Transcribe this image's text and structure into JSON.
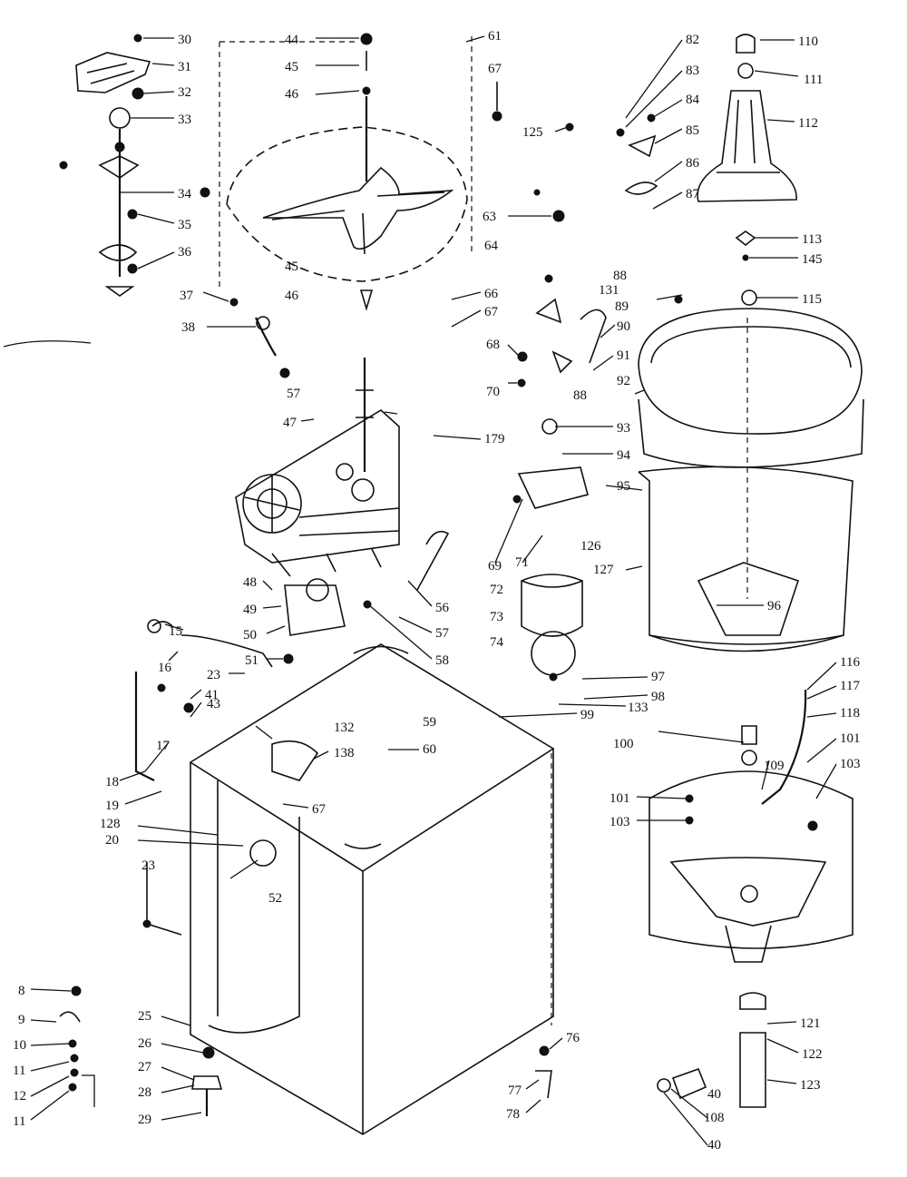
{
  "labels": [
    "30",
    "31",
    "32",
    "33",
    "34",
    "35",
    "36",
    "37",
    "38",
    "57",
    "47",
    "44",
    "45",
    "46",
    "45",
    "46",
    "61",
    "67",
    "125",
    "63",
    "64",
    "66",
    "67",
    "68",
    "70",
    "82",
    "83",
    "84",
    "85",
    "86",
    "87",
    "110",
    "111",
    "112",
    "113",
    "145",
    "115",
    "88",
    "131",
    "89",
    "90",
    "91",
    "92",
    "88",
    "93",
    "94",
    "95",
    "179",
    "69",
    "71",
    "126",
    "127",
    "96",
    "72",
    "73",
    "74",
    "48",
    "49",
    "50",
    "51",
    "56",
    "57",
    "58",
    "15",
    "16",
    "23",
    "41",
    "43",
    "17",
    "18",
    "19",
    "128",
    "20",
    "23",
    "132",
    "138",
    "59",
    "60",
    "67",
    "52",
    "99",
    "97",
    "98",
    "133",
    "100",
    "116",
    "117",
    "118",
    "101",
    "103",
    "109",
    "101",
    "103",
    "8",
    "9",
    "10",
    "11",
    "12",
    "11",
    "25",
    "26",
    "27",
    "28",
    "29",
    "76",
    "77",
    "78",
    "121",
    "122",
    "123",
    "40",
    "108",
    "40"
  ]
}
